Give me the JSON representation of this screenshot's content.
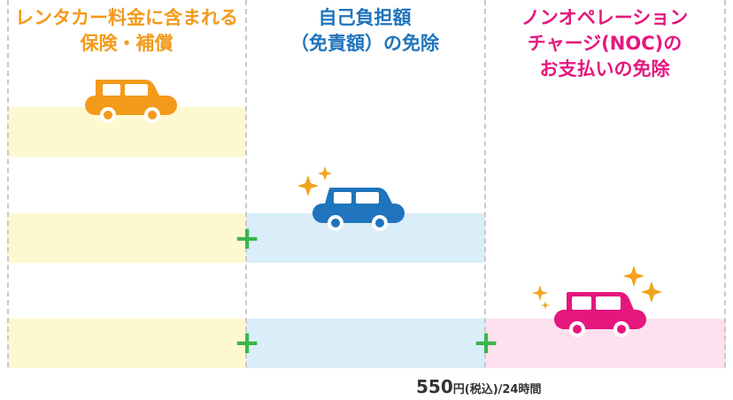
{
  "columns": [
    {
      "heading": [
        "レンタカー料金に含まれる",
        "保険・補償"
      ],
      "color": "#f39a1b",
      "icon": "orange-car-icon"
    },
    {
      "heading": [
        "自己負担額",
        "（免責額）の免除"
      ],
      "color": "#1f74bd",
      "icon": "blue-car-icon"
    },
    {
      "heading": [
        "ノンオペレーション",
        "チャージ(NOC)の",
        "お支払いの免除"
      ],
      "color": "#e5177e",
      "icon": "pink-car-icon"
    }
  ],
  "plus_sign": "+",
  "price": {
    "amount": "550",
    "unit": "円(税込)/24時間"
  },
  "colors": {
    "band_yellow": "#fdf8cf",
    "band_blue": "#d9eef9",
    "band_pink": "#fde1ee",
    "plus_green": "#3cb44a",
    "sparkle_orange": "#f3a21b"
  }
}
